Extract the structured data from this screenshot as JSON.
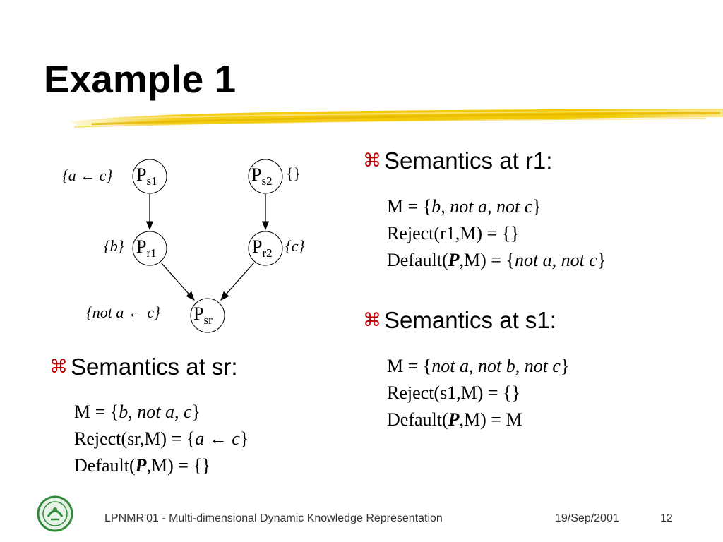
{
  "slide": {
    "title": "Example 1",
    "bullet_symbol": "⌘",
    "footer": {
      "text": "LPNMR'01 - Multi-dimensional Dynamic Knowledge Representation",
      "date": "19/Sep/2001",
      "page": "12"
    }
  },
  "diagram": {
    "nodes": {
      "ps1": {
        "base": "P",
        "sub": "s1",
        "set": "{a ← c}"
      },
      "ps2": {
        "base": "P",
        "sub": "s2",
        "set": "{}"
      },
      "pr1": {
        "base": "P",
        "sub": "r1",
        "set": "{b}"
      },
      "pr2": {
        "base": "P",
        "sub": "r2",
        "set": "{c}"
      },
      "psr": {
        "base": "P",
        "sub": "sr",
        "set": "{not a ← c}"
      }
    }
  },
  "sections": {
    "r1": {
      "heading": "Semantics at r1:",
      "line1_prefix": "M = {",
      "line1_value": "b, not a, not c",
      "line1_suffix": "}",
      "line2": "Reject(r1,M) = {}",
      "line3_prefix": "Default(",
      "line3_sym": "P",
      "line3_mid": ",M) = {",
      "line3_value": "not a, not c",
      "line3_suffix": "}"
    },
    "s1": {
      "heading": "Semantics at s1:",
      "line1_prefix": "M = {",
      "line1_value": "not a, not b, not c",
      "line1_suffix": "}",
      "line2": "Reject(s1,M) = {}",
      "line3_prefix": "Default(",
      "line3_sym": "P",
      "line3_mid": ",M) = M"
    },
    "sr": {
      "heading": "Semantics at sr:",
      "line1_prefix": "M = {",
      "line1_value": "b, not a, c",
      "line1_suffix": "}",
      "line2_prefix": "Reject(sr,M) = {",
      "line2_value": "a ← c",
      "line2_suffix": "}",
      "line3_prefix": "Default(",
      "line3_sym": "P",
      "line3_mid": ",M) = {}"
    }
  },
  "colors": {
    "brush_stroke": "#f2c800",
    "bullet": "#c00000",
    "logo_green": "#2f8a3a"
  }
}
